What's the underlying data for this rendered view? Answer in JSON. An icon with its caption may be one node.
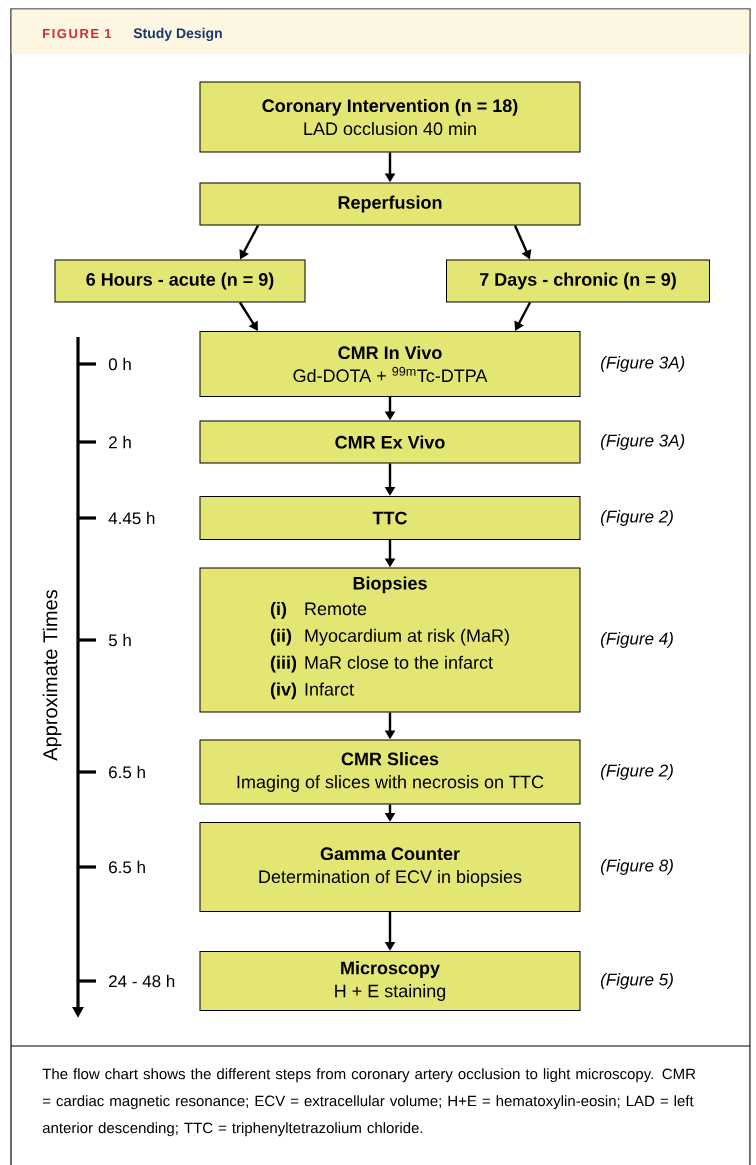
{
  "diagram": {
    "title": "Study Design",
    "caption": "The flow chart shows the different steps from coronary artery occlusion to light microscopy. CMR = cardiac magnetic resonance; ECV = extracellular volume; H+E = hematoxylin-eosin; LAD = left anterior descending; TTC = triphenyltetrazolium chloride.",
    "nodes": [
      {
        "text": [
          "Coronary Intervention (n = 18)",
          "LAD occlusion 40 min"
        ]
      },
      {
        "text": [
          "Reperfusion"
        ]
      },
      {
        "text": [
          "6 Hours - acute (n = 9)"
        ]
      },
      {
        "text": [
          "7 Days - chronic (n = 9)"
        ]
      },
      {
        "text": [
          "CMR In Vivo",
          "Gd-DOTA + $^{99m}$Tc-DTPA"
        ],
        "beside": [
          "(Figure 3A)"
        ]
      },
      {
        "text": [
          "CMR Ex Vivo"
        ],
        "beside": [
          "(Figure 3A)"
        ]
      },
      {
        "text": [
          "TTC"
        ],
        "beside": [
          "(Figure 2)"
        ]
      },
      {
        "text": [
          "Biopsies",
          "(i)",
          "Remote",
          "(ii)",
          "Myocardium at risk (MaR)",
          "(iii)",
          "MaR close to the infarct",
          "(iv)",
          "Infarct"
        ],
        "beside": [
          "(Figure 4)"
        ]
      },
      {
        "text": [
          "CMR Slices",
          "Imaging of slices with necrosis on TTC"
        ],
        "beside": [
          "(Figure 2)"
        ]
      },
      {
        "text": [
          "Gamma Counter",
          "Determination of ECV in biopsies"
        ],
        "beside": [
          "(Figure 8)"
        ]
      },
      {
        "text": [
          "Microscopy",
          "H + E staining"
        ],
        "beside": [
          "(Figure 5)"
        ]
      }
    ],
    "edges": [
      {
        "from": 0,
        "to": 1,
        "arrow": "to"
      },
      {
        "from": 1,
        "to": 2,
        "arrow": "to"
      },
      {
        "from": 1,
        "to": 3,
        "arrow": "to"
      },
      {
        "from": 2,
        "to": 4,
        "arrow": "to"
      },
      {
        "from": 3,
        "to": 4,
        "arrow": "to"
      },
      {
        "from": 4,
        "to": 5,
        "arrow": "to"
      },
      {
        "from": 5,
        "to": 6,
        "arrow": "to"
      },
      {
        "from": 6,
        "to": 7,
        "arrow": "to"
      },
      {
        "from": 7,
        "to": 8,
        "arrow": "to"
      },
      {
        "from": 8,
        "to": 9,
        "arrow": "to"
      },
      {
        "from": 9,
        "to": 10,
        "arrow": "to"
      }
    ],
    "labels": [
      "FIGURE 1",
      "Approximate Times",
      "0 h",
      "2 h",
      "4.45 h",
      "5 h",
      "6.5 h",
      "6.5 h",
      "24 - 48 h"
    ]
  }
}
